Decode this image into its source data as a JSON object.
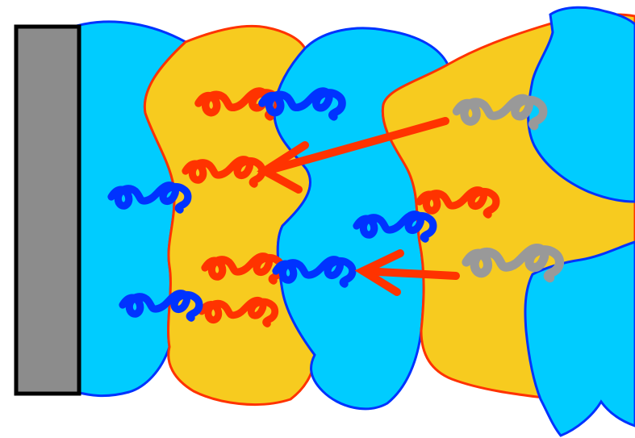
{
  "colors": {
    "background": "#ffffff",
    "substrate_fill": "#8c8c8c",
    "substrate_stroke": "#000000",
    "blue_fill": "#00ccff",
    "blue_stroke": "#0033ff",
    "yellow_fill": "#f7cb1f",
    "yellow_stroke": "#ff3300",
    "red_chain": "#ff3300",
    "blue_chain": "#0033ff",
    "gray_chain": "#999999",
    "arrow": "#ff3300"
  },
  "diagram": {
    "substrate": {
      "icon": "gray-substrate-rect"
    },
    "domains": [
      {
        "name": "blue-domain-1",
        "color": "blue"
      },
      {
        "name": "yellow-domain-1",
        "color": "yellow"
      },
      {
        "name": "blue-domain-2",
        "color": "blue"
      },
      {
        "name": "yellow-domain-2",
        "color": "yellow"
      },
      {
        "name": "blue-domain-3",
        "color": "blue"
      },
      {
        "name": "blue-domain-4",
        "color": "blue"
      }
    ],
    "chains": [
      {
        "name": "red-chain-1",
        "color": "red"
      },
      {
        "name": "red-chain-2",
        "color": "red"
      },
      {
        "name": "red-chain-3",
        "color": "red"
      },
      {
        "name": "red-chain-4",
        "color": "red"
      },
      {
        "name": "red-chain-5",
        "color": "red"
      },
      {
        "name": "blue-chain-1",
        "color": "blue"
      },
      {
        "name": "blue-chain-2",
        "color": "blue"
      },
      {
        "name": "blue-chain-3",
        "color": "blue"
      },
      {
        "name": "blue-chain-4",
        "color": "blue"
      },
      {
        "name": "blue-chain-5",
        "color": "blue"
      },
      {
        "name": "gray-chain-1",
        "color": "gray"
      },
      {
        "name": "gray-chain-2",
        "color": "gray"
      }
    ],
    "arrows": [
      {
        "name": "arrow-upper",
        "direction": "left"
      },
      {
        "name": "arrow-lower",
        "direction": "left"
      }
    ]
  }
}
